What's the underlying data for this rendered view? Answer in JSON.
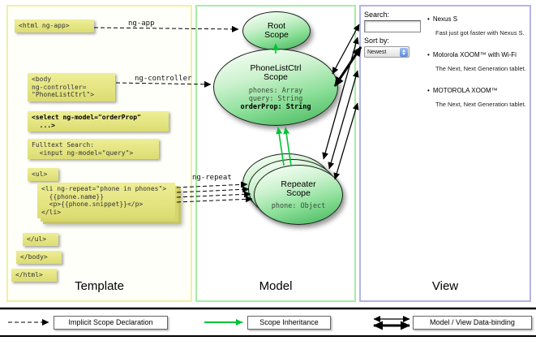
{
  "colors": {
    "code_box": "#e3e382",
    "template_border": "#f0f0a2",
    "model_border": "#a5eda5",
    "view_border": "#b3b3e6",
    "scope_fill_top": "#f6fff6",
    "scope_fill_bottom": "#4cbb63",
    "inheritance_green": "#00c435",
    "arrow_black": "#000000"
  },
  "template": {
    "label": "Template",
    "html_open": "<html ng-app>",
    "body_open": "<body\nng-controller=\n\"PhoneListCtrl\">",
    "select": "<select ng-model=\"orderProp\"\n  ...>",
    "fulltext": "Fulltext Search:\n  <input ng-model=\"query\">",
    "ul_open": "<ul>",
    "li_repeat": "<li ng-repeat=\"phone in phones\">\n  {{phone.name}}\n  <p>{{phone.snippet}}</p>\n</li>",
    "ul_close": "</ul>",
    "body_close": "</body>",
    "html_close": "</html>"
  },
  "model": {
    "label": "Model",
    "root_scope": {
      "title": "Root\nScope"
    },
    "phonelist_scope": {
      "title": "PhoneListCtrl\nScope",
      "prop_phones": "phones: Array",
      "prop_query": "query: String",
      "prop_orderprop": "orderProp: String"
    },
    "repeater_scope": {
      "title": "Repeater\nScope",
      "prop_phone": "phone: Object"
    }
  },
  "view": {
    "label": "View",
    "search_label": "Search:",
    "sort_label": "Sort by:",
    "sort_value": "Newest",
    "items": [
      {
        "name": "Nexus S",
        "snippet": "Fast just got faster with Nexus S."
      },
      {
        "name": "Motorola XOOM™ with Wi-Fi",
        "snippet": "The Next, Next Generation tablet."
      },
      {
        "name": "MOTOROLA XOOM™",
        "snippet": "The Next, Next Generation tablet."
      }
    ]
  },
  "arrow_labels": {
    "ng_app": "ng-app",
    "ng_controller": "ng-controller",
    "ng_repeat": "ng-repeat"
  },
  "legend": {
    "implicit": "Implicit Scope Declaration",
    "inheritance": "Scope Inheritance",
    "binding": "Model / View Data-binding"
  }
}
